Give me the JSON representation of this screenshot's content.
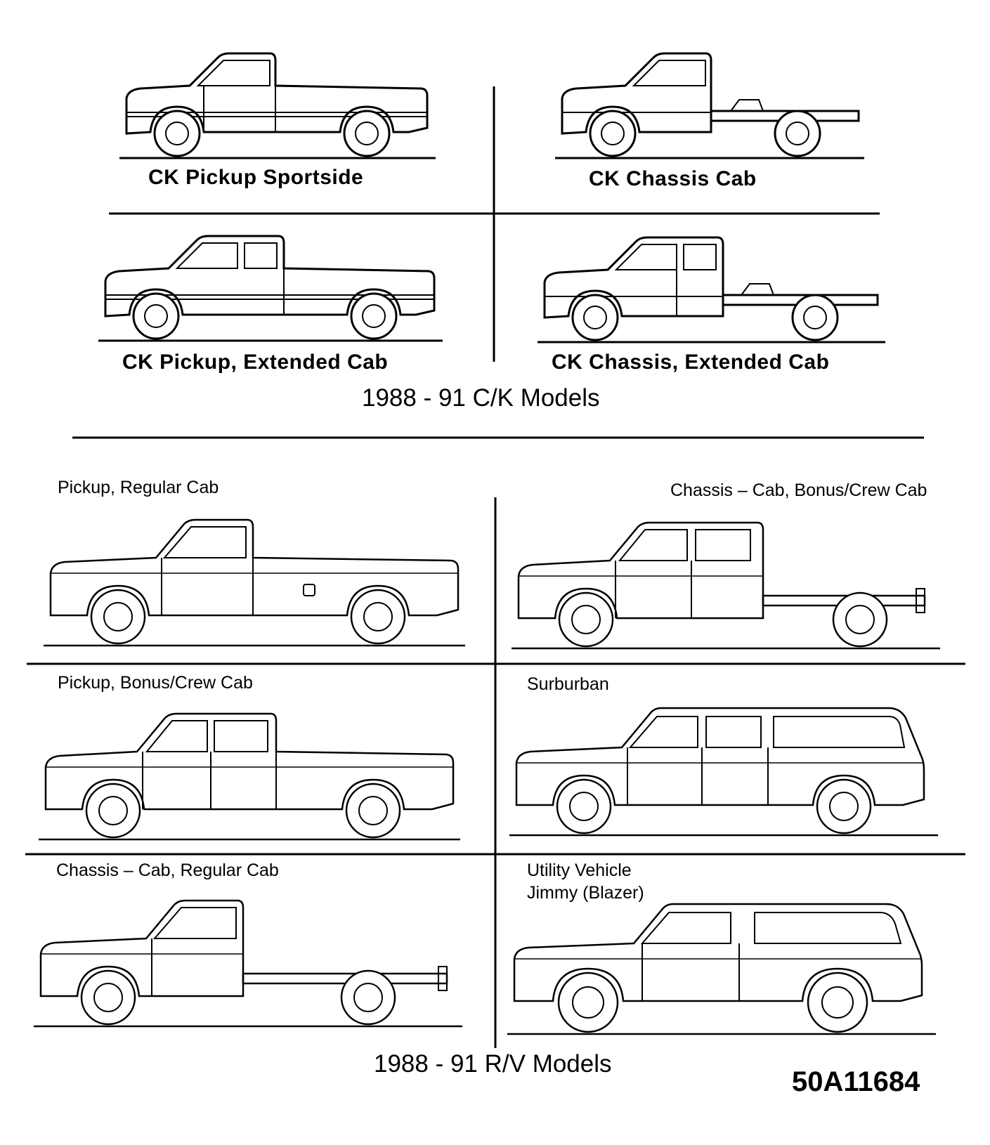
{
  "ck_section": {
    "title": "1988 - 91 C/K Models",
    "models": [
      {
        "label": "CK Pickup Sportside",
        "icon": "pickup-truck-icon"
      },
      {
        "label": "CK Chassis Cab",
        "icon": "chassis-cab-truck-icon"
      },
      {
        "label": "CK Pickup, Extended Cab",
        "icon": "extended-cab-pickup-icon"
      },
      {
        "label": "CK Chassis, Extended Cab",
        "icon": "extended-cab-chassis-icon"
      }
    ]
  },
  "rv_section": {
    "title": "1988 - 91 R/V Models",
    "models": [
      {
        "label": "Pickup, Regular Cab",
        "icon": "pickup-truck-icon"
      },
      {
        "label": "Chassis – Cab, Bonus/Crew Cab",
        "icon": "crew-cab-chassis-icon"
      },
      {
        "label": "Pickup, Bonus/Crew Cab",
        "icon": "crew-cab-pickup-icon"
      },
      {
        "label": "Surburban",
        "icon": "suburban-suv-icon"
      },
      {
        "label": "Chassis – Cab, Regular Cab",
        "icon": "chassis-cab-truck-icon"
      },
      {
        "label": "Utility Vehicle",
        "label2": "Jimmy (Blazer)",
        "icon": "utility-vehicle-icon"
      }
    ]
  },
  "figure_code": "50A11684"
}
